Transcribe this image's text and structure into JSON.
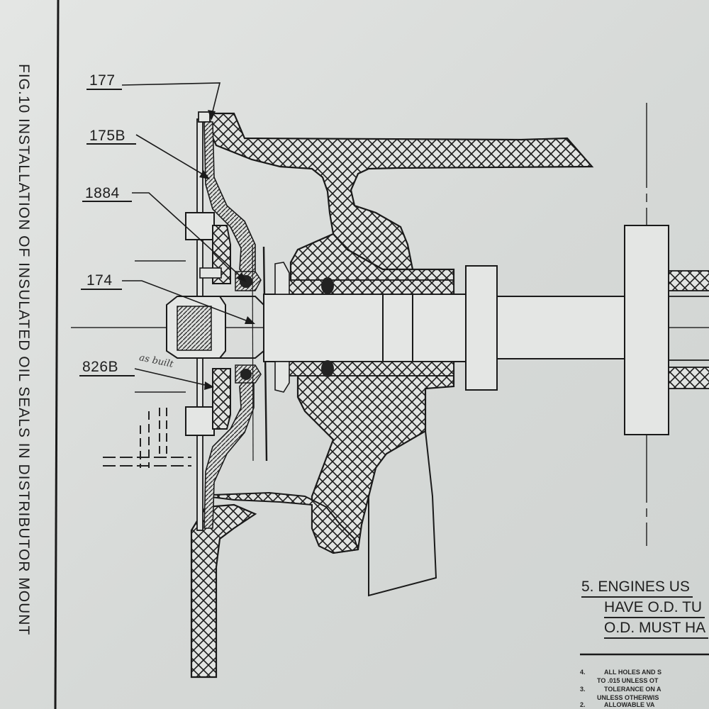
{
  "figure": {
    "side_title": "FIG.10 INSTALLATION OF INSULATED OIL SEALS IN DISTRIBUTOR MOUNT"
  },
  "part_labels": [
    "177",
    "175B",
    "1884",
    "174",
    "826B"
  ],
  "handwritten_note": "as built",
  "note5": {
    "lines": [
      "5. ENGINES US",
      "HAVE O.D. TU",
      "O.D. MUST HA"
    ]
  },
  "notes": [
    {
      "number": "4.",
      "lines": [
        "ALL HOLES AND S",
        "TO .015 UNLESS OT"
      ]
    },
    {
      "number": "3.",
      "lines": [
        "TOLERANCE ON A",
        "UNLESS OTHERWIS"
      ]
    },
    {
      "number": "2.",
      "lines": [
        "ALLOWABLE VA"
      ]
    }
  ],
  "colors": {
    "ink": "#1e1e1e",
    "paper": "#e4e6e4"
  }
}
